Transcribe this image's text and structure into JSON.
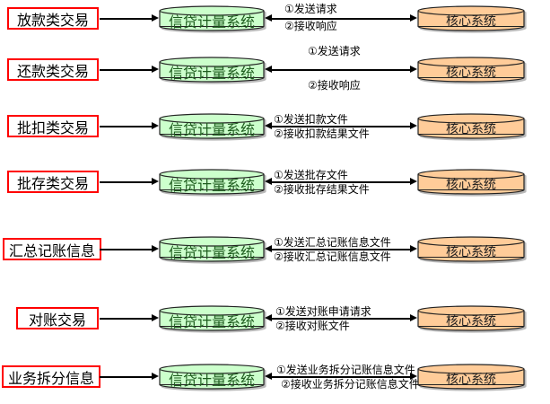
{
  "diagram": {
    "rows": [
      {
        "source": "放款类交易",
        "middle": "信贷计量系统",
        "target": "核心系统",
        "label1": "①发送请求",
        "label2": "②接收响应"
      },
      {
        "source": "还款类交易",
        "middle": "信贷计量系统",
        "target": "核心系统",
        "label1": "①发送请求",
        "label2": "②接收响应"
      },
      {
        "source": "批扣类交易",
        "middle": "信贷计量系统",
        "target": "核心系统",
        "label1": "①发送扣款文件",
        "label2": "②接收扣款结果文件"
      },
      {
        "source": "批存类交易",
        "middle": "信贷计量系统",
        "target": "核心系统",
        "label1": "①发送批存文件",
        "label2": "②接收批存结果文件"
      },
      {
        "source": "汇总记账信息",
        "middle": "信贷计量系统",
        "target": "核心系统",
        "label1": "①发送汇总记账信息文件",
        "label2": "②接收汇总记账信息文件"
      },
      {
        "source": "对账交易",
        "middle": "信贷计量系统",
        "target": "核心系统",
        "label1": "①发送对账申请请求",
        "label2": "②接收对账文件"
      },
      {
        "source": "业务拆分信息",
        "middle": "信贷计量系统",
        "target": "核心系统",
        "label1": "①发送业务拆分记账信息文件",
        "label2": "②接收业务拆分记账信息文件"
      }
    ],
    "colors": {
      "source_box_border": "#ff0000",
      "credit_system_fill": "#ccffcc",
      "credit_system_text": "#1e5c1e",
      "core_system_fill": "#ffcc99",
      "line": "#000000"
    }
  }
}
